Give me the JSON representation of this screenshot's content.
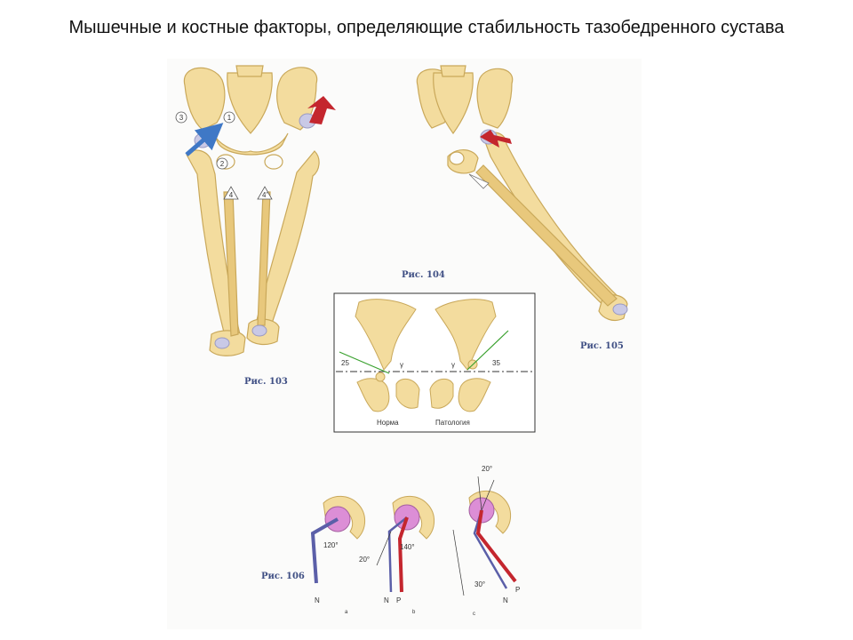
{
  "title": "Мышечные и костные факторы, определяющие стабильность тазобедренного сустава",
  "figures": {
    "fig103": {
      "caption": "Рис. 103",
      "markers": [
        "1",
        "2",
        "3",
        "4",
        "4'"
      ]
    },
    "fig104": {
      "caption": "Рис. 104",
      "angle_left": "25",
      "angle_right": "35",
      "gamma_left": "γ",
      "gamma_right": "γ",
      "label_left": "Норма",
      "label_right": "Патология"
    },
    "fig105": {
      "caption": "Рис. 105"
    },
    "fig106": {
      "caption": "Рис. 106",
      "a": {
        "angle": "120°",
        "n": "N",
        "letter": "a"
      },
      "b": {
        "angle_main": "140°",
        "angle_small": "20°",
        "n": "N",
        "p": "P",
        "letter": "b"
      },
      "c": {
        "angle_top": "20°",
        "angle_bottom": "30°",
        "n": "N",
        "p": "P",
        "letter": "c"
      }
    }
  },
  "colors": {
    "bone": "#f3dc9e",
    "bone_edge": "#c9a85a",
    "cartilage": "#c9c9e6",
    "arrow_blue": "#3f78c6",
    "arrow_red": "#c4262e",
    "head_pink": "#dc8ed6",
    "line_green": "#3aa12f"
  }
}
